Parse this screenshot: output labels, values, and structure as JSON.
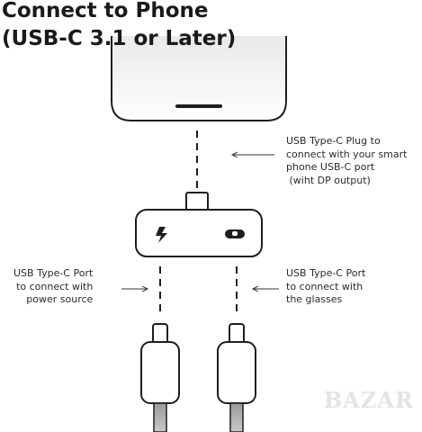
{
  "title": {
    "line1": "Connect to Phone",
    "line2": "(USB-C 3.1 or Later)"
  },
  "labels": {
    "plug": [
      "USB Type-C Plug to",
      "connect with your smart",
      "phone USB-C port",
      " (wiht DP output)"
    ],
    "power": [
      "USB Type-C Port",
      "to connect with",
      "power source"
    ],
    "glasses": [
      "USB Type-C Port",
      "to connect with",
      "the glasses"
    ]
  },
  "icons": {
    "left_port": "lightning-bolt-icon",
    "right_port": "glasses-icon"
  },
  "watermark": "BAZAR",
  "colors": {
    "ink": "#222222",
    "phone_fill": "#f4f4f4",
    "outline": "#1e1e1e"
  }
}
